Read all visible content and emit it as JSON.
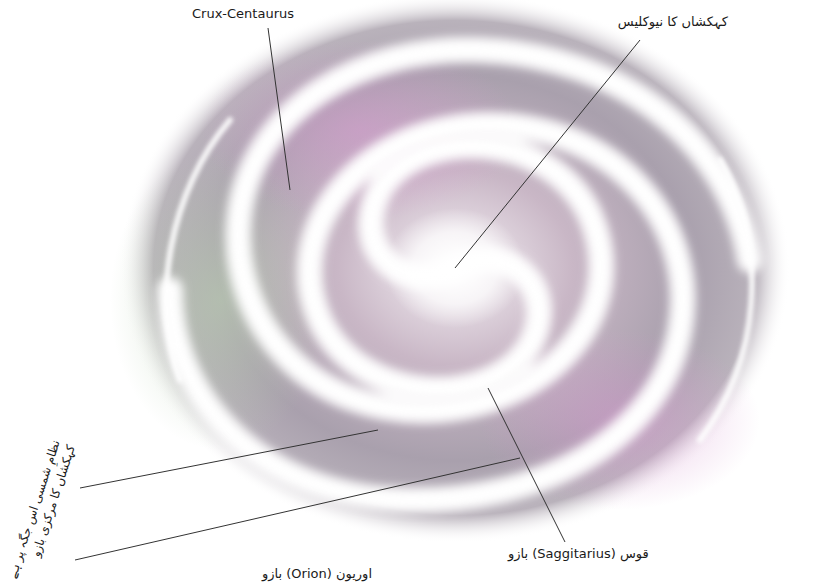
{
  "diagram": {
    "labels": [
      "Crux-Centaurus",
      "کہکشاں کا نیوکلیس",
      "نظامِ شمسی اس جگہ پر ہے",
      "کہکشاں کا مرکزی بازو",
      "قوس (Saggitarius) بازو",
      "اوریون (Orion) بازو"
    ]
  }
}
